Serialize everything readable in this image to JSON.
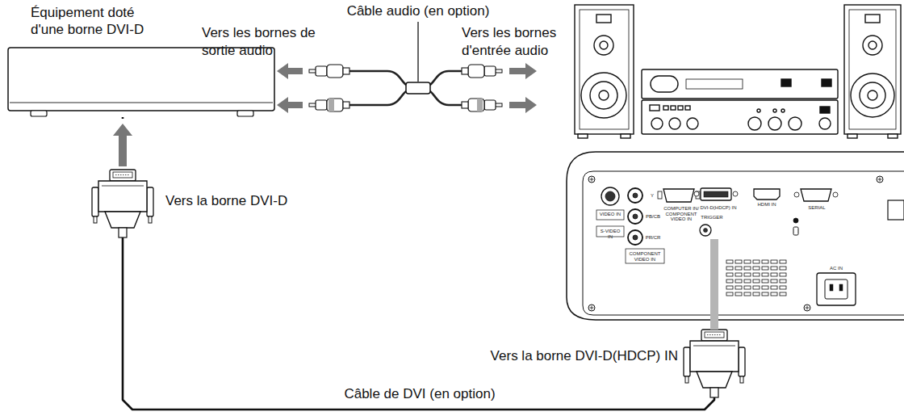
{
  "diagram": {
    "nodes": [
      {
        "text": [
          "Équipement doté d'une borne DVI-D"
        ]
      },
      {
        "text": [
          "VIDEO IN",
          "S-VIDEO IN",
          "Y",
          "PB/CB",
          "PR/CR",
          "COMPONENT VIDEO IN",
          "COMPUTER IN/ COMPONENT VIDEO IN",
          "DVI-D(HDCP) IN",
          "TRIGGER",
          "HDMI IN",
          "SERIAL",
          "AC IN"
        ]
      }
    ],
    "edges": [
      {
        "from": 0,
        "to": 1,
        "label": "Câble de DVI (en option)",
        "arrow": "none"
      }
    ],
    "labels": [
      "Câble audio (en option)",
      "Vers les bornes de sortie audio",
      "Vers les bornes d'entrée audio",
      "Vers la borne DVI-D",
      "Vers la borne DVI-D(HDCP) IN"
    ]
  }
}
